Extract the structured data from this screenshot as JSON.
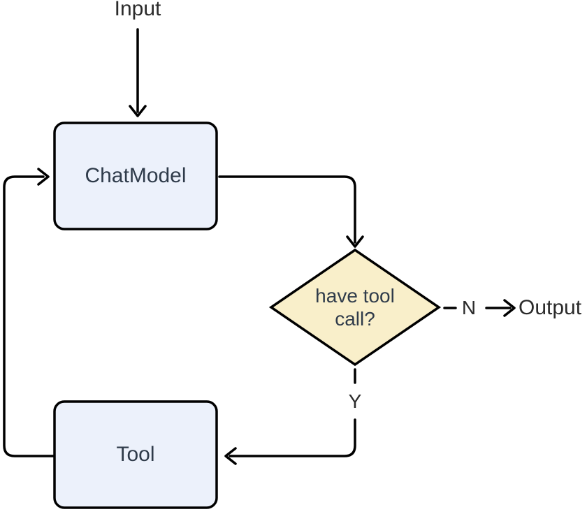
{
  "diagram": {
    "background_color": "#ffffff",
    "line_color": "#000000",
    "labels": {
      "input": "Input",
      "output": "Output",
      "branch_no": "N",
      "branch_yes": "Y"
    },
    "nodes": {
      "chat_model": {
        "label": "ChatModel",
        "shape": "rounded-rect",
        "fill": "#ecf1fb",
        "text_color": "#2f3b4a"
      },
      "tool": {
        "label": "Tool",
        "shape": "rounded-rect",
        "fill": "#ecf1fb",
        "text_color": "#2f3b4a"
      },
      "decision": {
        "label": "have tool call?",
        "shape": "diamond",
        "fill": "#f9efca",
        "text_color": "#2f3b4a"
      }
    },
    "edges": [
      {
        "from": "Input",
        "to": "ChatModel",
        "style": "solid",
        "label": ""
      },
      {
        "from": "ChatModel",
        "to": "decision",
        "style": "solid",
        "label": ""
      },
      {
        "from": "decision",
        "to": "Output",
        "style": "dashed",
        "label": "N"
      },
      {
        "from": "decision",
        "to": "Tool",
        "style": "dashed",
        "label": "Y"
      },
      {
        "from": "Tool",
        "to": "ChatModel",
        "style": "solid",
        "label": ""
      }
    ]
  }
}
